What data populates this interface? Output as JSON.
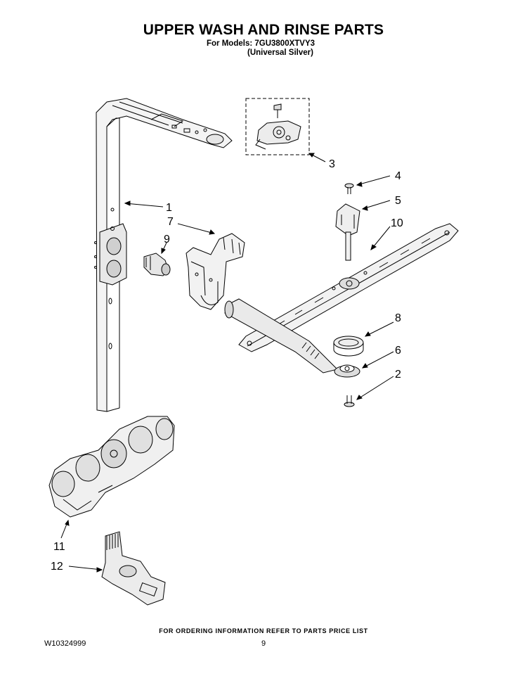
{
  "header": {
    "title": "UPPER WASH AND RINSE PARTS",
    "models_line": "For Models: 7GU3800XTVY3",
    "finish_line": "(Universal Silver)"
  },
  "callouts": [
    "1",
    "2",
    "3",
    "4",
    "5",
    "6",
    "7",
    "8",
    "9",
    "10",
    "11",
    "12"
  ],
  "footer": {
    "ordering_note": "FOR ORDERING INFORMATION REFER TO PARTS PRICE LIST",
    "document_number": "W10324999",
    "page_number": "9"
  }
}
